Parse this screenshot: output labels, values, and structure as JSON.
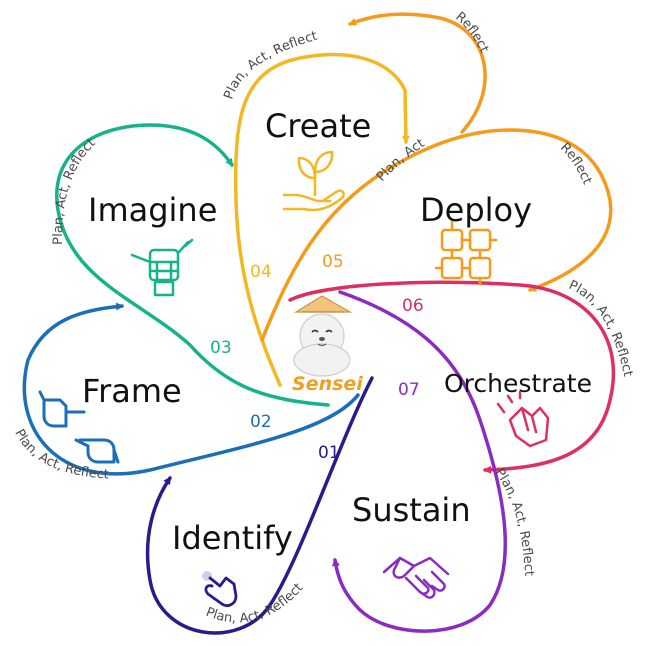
{
  "colors": {
    "identify": "#2a1a8c",
    "frame": "#1a6fb8",
    "imagine": "#16b28c",
    "create": "#f3b821",
    "deploy": "#f59a1b",
    "orchestrate": "#dd2f62",
    "sustain": "#8a2bc2",
    "sensei": "#f0a020",
    "label": "#4a4a4a"
  },
  "center": {
    "word": "Sensei",
    "mascot_icon": "seal-with-conical-hat-icon"
  },
  "stages": [
    {
      "key": "identify",
      "number": "01",
      "name": "Identify",
      "icon": "pointing-hand-icon"
    },
    {
      "key": "frame",
      "number": "02",
      "name": "Frame",
      "icon": "framing-hands-icon"
    },
    {
      "key": "imagine",
      "number": "03",
      "name": "Imagine",
      "icon": "raised-fist-with-brush-icon"
    },
    {
      "key": "create",
      "number": "04",
      "name": "Create",
      "icon": "hand-with-sprout-icon"
    },
    {
      "key": "deploy",
      "number": "05",
      "name": "Deploy",
      "icon": "interlocking-hands-icon"
    },
    {
      "key": "orchestrate",
      "number": "06",
      "name": "Orchestrate",
      "icon": "clapping-hands-icon"
    },
    {
      "key": "sustain",
      "number": "07",
      "name": "Sustain",
      "icon": "handshake-icon"
    }
  ],
  "path_labels": {
    "identify_loop": "Plan, Act, Reflect",
    "frame_loop": "Plan, Act, Reflect",
    "imagine_loop": "Plan, Act, Reflect",
    "create_loop": "Plan, Act, Reflect",
    "create_return": "Reflect",
    "deploy_loop": "Plan, Act",
    "deploy_return": "Reflect",
    "orchestrate_loop": "Plan, Act, Reflect",
    "sustain_loop": "Plan, Act, Reflect"
  }
}
